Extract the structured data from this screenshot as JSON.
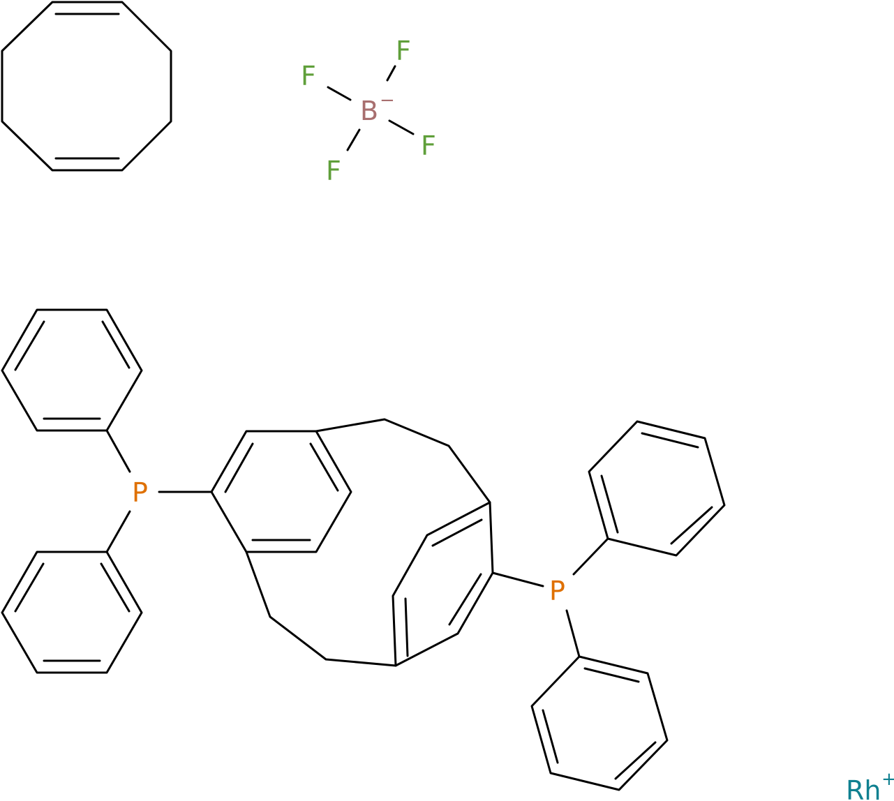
{
  "atoms": {
    "fluorine": "F",
    "boron": "B",
    "boron_charge": "−",
    "phosphorus": "P",
    "rhodium": "Rh",
    "rhodium_charge": "+"
  },
  "colors": {
    "bond": "#000000",
    "fluorine": "#5f9f3a",
    "boron": "#a86f6f",
    "phosphorus": "#df7000",
    "rhodium": "#0f8090"
  }
}
